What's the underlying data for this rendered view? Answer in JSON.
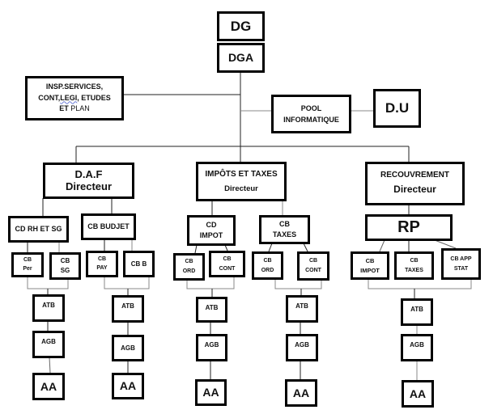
{
  "chart_data": {
    "type": "org-chart",
    "nodes": [
      {
        "id": "dg",
        "label": "DG"
      },
      {
        "id": "dga",
        "label": "DGA",
        "parent": "dg"
      },
      {
        "id": "insp",
        "label": "INSP.SERVICES, CONT,LEGI, ETUDES ET PLAN",
        "parent": "dga"
      },
      {
        "id": "pool",
        "label": "POOL INFORMATIQUE",
        "parent": "dga"
      },
      {
        "id": "du",
        "label": "D.U",
        "parent": "pool"
      },
      {
        "id": "daf",
        "label": "D.A.F Directeur",
        "parent": "dga"
      },
      {
        "id": "impots",
        "label": "IMPÔTS ET TAXES Directeur",
        "parent": "dga"
      },
      {
        "id": "recouv",
        "label": "RECOUVREMENT Directeur",
        "parent": "dga"
      },
      {
        "id": "cdrh",
        "label": "CD RH ET SG",
        "parent": "daf"
      },
      {
        "id": "cbbudjet",
        "label": "CB BUDJET",
        "parent": "daf"
      },
      {
        "id": "cbper",
        "label": "CB Per",
        "parent": "cdrh"
      },
      {
        "id": "cbsg",
        "label": "CB SG",
        "parent": "cdrh"
      },
      {
        "id": "cbpay",
        "label": "CB PAY",
        "parent": "cbbudjet"
      },
      {
        "id": "cbb",
        "label": "CB B",
        "parent": "cbbudjet"
      },
      {
        "id": "cdimpot",
        "label": "CD IMPOT",
        "parent": "impots"
      },
      {
        "id": "cbtaxes",
        "label": "CB TAXES",
        "parent": "impots"
      },
      {
        "id": "cbord1",
        "label": "CB ORD",
        "parent": "cdimpot"
      },
      {
        "id": "cbcont1",
        "label": "CB CONT",
        "parent": "cdimpot"
      },
      {
        "id": "cbord2",
        "label": "CB ORD",
        "parent": "cbtaxes"
      },
      {
        "id": "cbcont2",
        "label": "CB CONT",
        "parent": "cbtaxes"
      },
      {
        "id": "rp",
        "label": "RP",
        "parent": "recouv"
      },
      {
        "id": "rpimpot",
        "label": "CB IMPOT",
        "parent": "rp"
      },
      {
        "id": "rptaxes",
        "label": "CB TAXES",
        "parent": "rp"
      },
      {
        "id": "rpapp",
        "label": "CB APP STAT",
        "parent": "rp"
      }
    ],
    "chains": [
      "ATB",
      "AGB",
      "AA"
    ]
  },
  "top": {
    "dg": "DG",
    "dga": "DGA",
    "insp": {
      "line1": "INSP.SERVICES,",
      "line2a": "CONT,",
      "line2b": "LEGI",
      "line2c": ", ETUDES",
      "line3a": "ET ",
      "line3b": "PLAN"
    },
    "pool": {
      "line1": "POOL",
      "line2": "INFORMATIQUE"
    },
    "du": "D.U"
  },
  "daf": {
    "title": "D.A.F",
    "subtitle": "Directeur",
    "cdrh": "CD RH ET SG",
    "cbbudjet": "CB BUDJET",
    "cbper": {
      "l1": "CB",
      "l2": "Per"
    },
    "cbsg": {
      "l1": "CB",
      "l2": "SG"
    },
    "cbpay": {
      "l1": "CB",
      "l2": "PAY"
    },
    "cbb": "CB B"
  },
  "impots": {
    "title": "IMPÔTS ET TAXES",
    "subtitle": "Directeur",
    "cdimpot": {
      "l1": "CD",
      "l2": "IMPOT"
    },
    "cbtaxes": {
      "l1": "CB",
      "l2": "TAXES"
    },
    "cbord1": {
      "l1": "CB",
      "l2": "ORD"
    },
    "cbcont1": {
      "l1": "CB",
      "l2": "CONT"
    },
    "cbord2": {
      "l1": "CB",
      "l2": "ORD"
    },
    "cbcont2": {
      "l1": "CB",
      "l2": "CONT"
    }
  },
  "recouv": {
    "title": "RECOUVREMENT",
    "subtitle": "Directeur",
    "rp": "RP",
    "rpimpot": {
      "l1": "CB",
      "l2": "IMPOT"
    },
    "rptaxes": {
      "l1": "CB",
      "l2": "TAXES"
    },
    "rpapp": {
      "l1": "CB APP",
      "l2": "STAT"
    }
  },
  "chain": {
    "atb": "ATB",
    "agb": "AGB",
    "aa": "AA"
  }
}
